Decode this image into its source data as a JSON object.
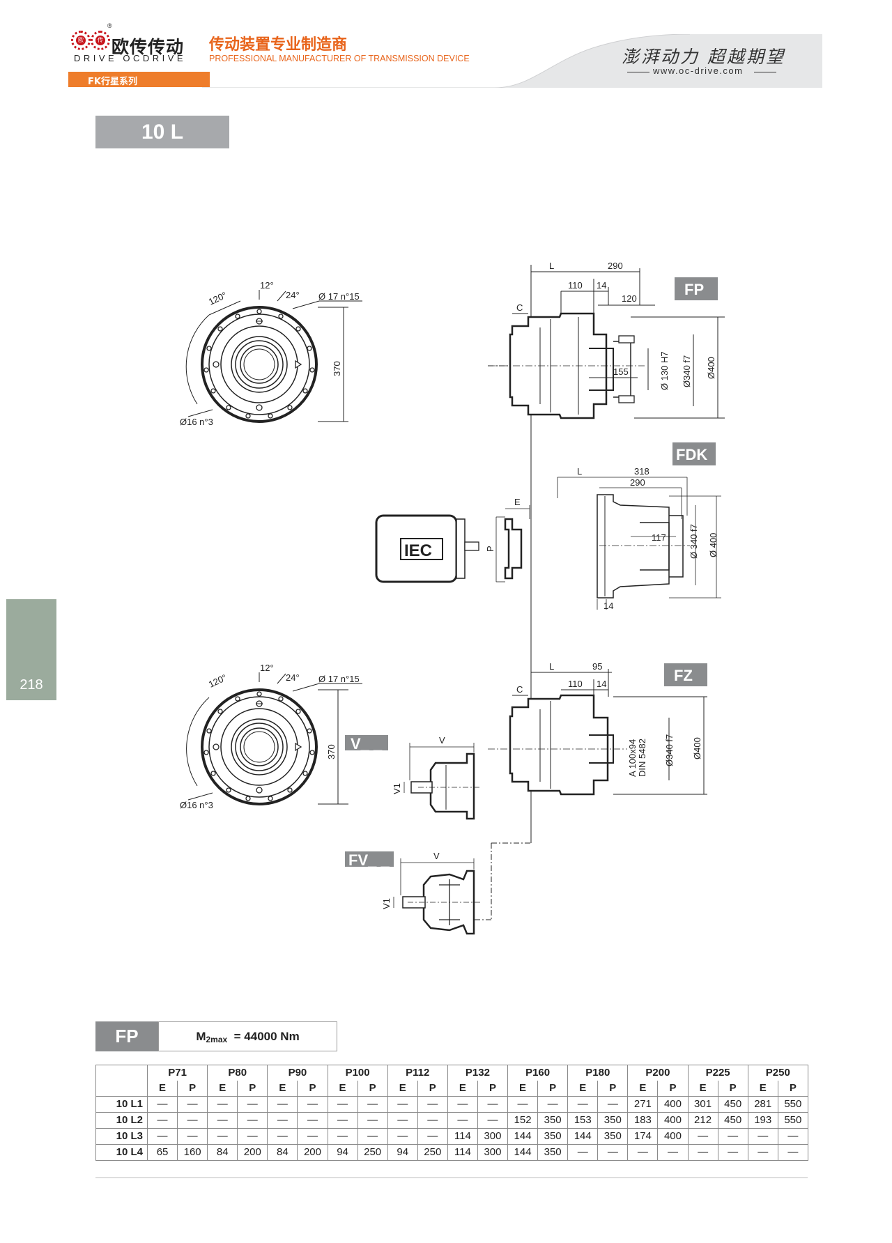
{
  "header": {
    "brand_cn": "欧传传动",
    "brand_en": "DRIVE OCDRIVE",
    "registered_mark": "®",
    "logo_chars": [
      "欧",
      "传"
    ],
    "tagline_cn": "传动装置专业制造商",
    "tagline_en": "PROFESSIONAL MANUFACTURER OF TRANSMISSION DEVICE",
    "slogan": "澎湃动力 超越期望",
    "website": "www.oc-drive.com",
    "series_label": "FK行星系列",
    "accent_color": "#ee7d2b",
    "brand_color": "#c8161d"
  },
  "model_title": "10 L",
  "page_number": "218",
  "drawing": {
    "tags": {
      "fp": "FP",
      "fdk": "FDK",
      "fz": "FZ",
      "v": "V_ _",
      "fv": "FV_ _",
      "iec": "IEC"
    },
    "flange_top": {
      "angle_a": "120°",
      "angle_b": "12°",
      "angle_c": "24°",
      "bolt_holes": "Ø 17 n°15",
      "small_holes": "Ø16 n°3",
      "height": "370"
    },
    "flange_bottom": {
      "angle_a": "120°",
      "angle_b": "12°",
      "angle_c": "24°",
      "bolt_holes": "Ø 17 n°15",
      "small_holes": "Ø16 n°3",
      "height": "370"
    },
    "fp": {
      "L": "L",
      "d290": "290",
      "d110": "110",
      "d14": "14",
      "d120": "120",
      "C": "C",
      "d155": "155",
      "bore": "Ø 130 H7",
      "pilot": "Ø340 f7",
      "outer": "Ø400"
    },
    "fdk": {
      "L": "L",
      "d318": "318",
      "d290": "290",
      "d117": "117",
      "pilot": "Ø 340 f7",
      "outer": "Ø 400",
      "d14": "14"
    },
    "iec": {
      "E": "E",
      "P": "P"
    },
    "fz": {
      "L": "L",
      "d95": "95",
      "d110": "110",
      "d14": "14",
      "C": "C",
      "spline1": "A 100x94",
      "spline2": "DIN 5482",
      "pilot": "Ø340 f7",
      "outer": "Ø400"
    },
    "v": {
      "V": "V",
      "V1": "V1"
    },
    "fv": {
      "V": "V",
      "V1": "V1"
    }
  },
  "spec": {
    "tag": "FP",
    "torque_prefix": "M",
    "torque_sub": "2max",
    "torque_value": "= 44000 Nm"
  },
  "table": {
    "groups": [
      "P71",
      "P80",
      "P90",
      "P100",
      "P112",
      "P132",
      "P160",
      "P180",
      "P200",
      "P225",
      "P250"
    ],
    "subheaders": [
      "E",
      "P"
    ],
    "rows": [
      {
        "label": "10 L1",
        "cells": [
          "—",
          "—",
          "—",
          "—",
          "—",
          "—",
          "—",
          "—",
          "—",
          "—",
          "—",
          "—",
          "—",
          "—",
          "—",
          "—",
          "271",
          "400",
          "301",
          "450",
          "281",
          "550"
        ]
      },
      {
        "label": "10 L2",
        "cells": [
          "—",
          "—",
          "—",
          "—",
          "—",
          "—",
          "—",
          "—",
          "—",
          "—",
          "—",
          "—",
          "152",
          "350",
          "153",
          "350",
          "183",
          "400",
          "212",
          "450",
          "193",
          "550"
        ]
      },
      {
        "label": "10 L3",
        "cells": [
          "—",
          "—",
          "—",
          "—",
          "—",
          "—",
          "—",
          "—",
          "—",
          "—",
          "114",
          "300",
          "144",
          "350",
          "144",
          "350",
          "174",
          "400",
          "—",
          "—",
          "—",
          "—"
        ]
      },
      {
        "label": "10 L4",
        "cells": [
          "65",
          "160",
          "84",
          "200",
          "84",
          "200",
          "94",
          "250",
          "94",
          "250",
          "114",
          "300",
          "144",
          "350",
          "—",
          "—",
          "—",
          "—",
          "—",
          "—",
          "—",
          "—"
        ]
      }
    ]
  }
}
